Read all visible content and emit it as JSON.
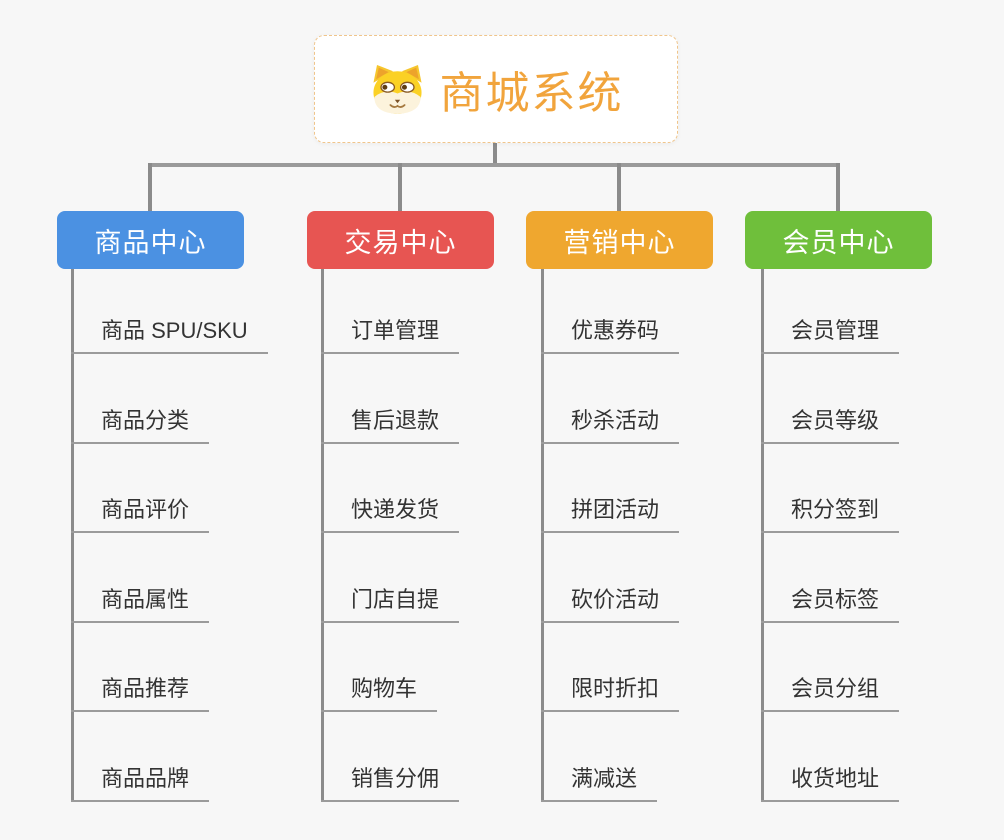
{
  "page": {
    "background": "#f7f7f7",
    "connector_color": "#8b8b8b"
  },
  "root": {
    "title": "商城系统",
    "icon": "doge-icon",
    "text_color": "#f1a43c",
    "border_color": "#f0c58b"
  },
  "branches": [
    {
      "label": "商品中心",
      "color": "#4b91e2",
      "items": [
        "商品 SPU/SKU",
        "商品分类",
        "商品评价",
        "商品属性",
        "商品推荐",
        "商品品牌"
      ]
    },
    {
      "label": "交易中心",
      "color": "#e75552",
      "items": [
        "订单管理",
        "售后退款",
        "快递发货",
        "门店自提",
        "购物车",
        "销售分佣"
      ]
    },
    {
      "label": "营销中心",
      "color": "#efa72f",
      "items": [
        "优惠券码",
        "秒杀活动",
        "拼团活动",
        "砍价活动",
        "限时折扣",
        "满减送"
      ]
    },
    {
      "label": "会员中心",
      "color": "#6fbf3b",
      "items": [
        "会员管理",
        "会员等级",
        "积分签到",
        "会员标签",
        "会员分组",
        "收货地址"
      ]
    }
  ]
}
